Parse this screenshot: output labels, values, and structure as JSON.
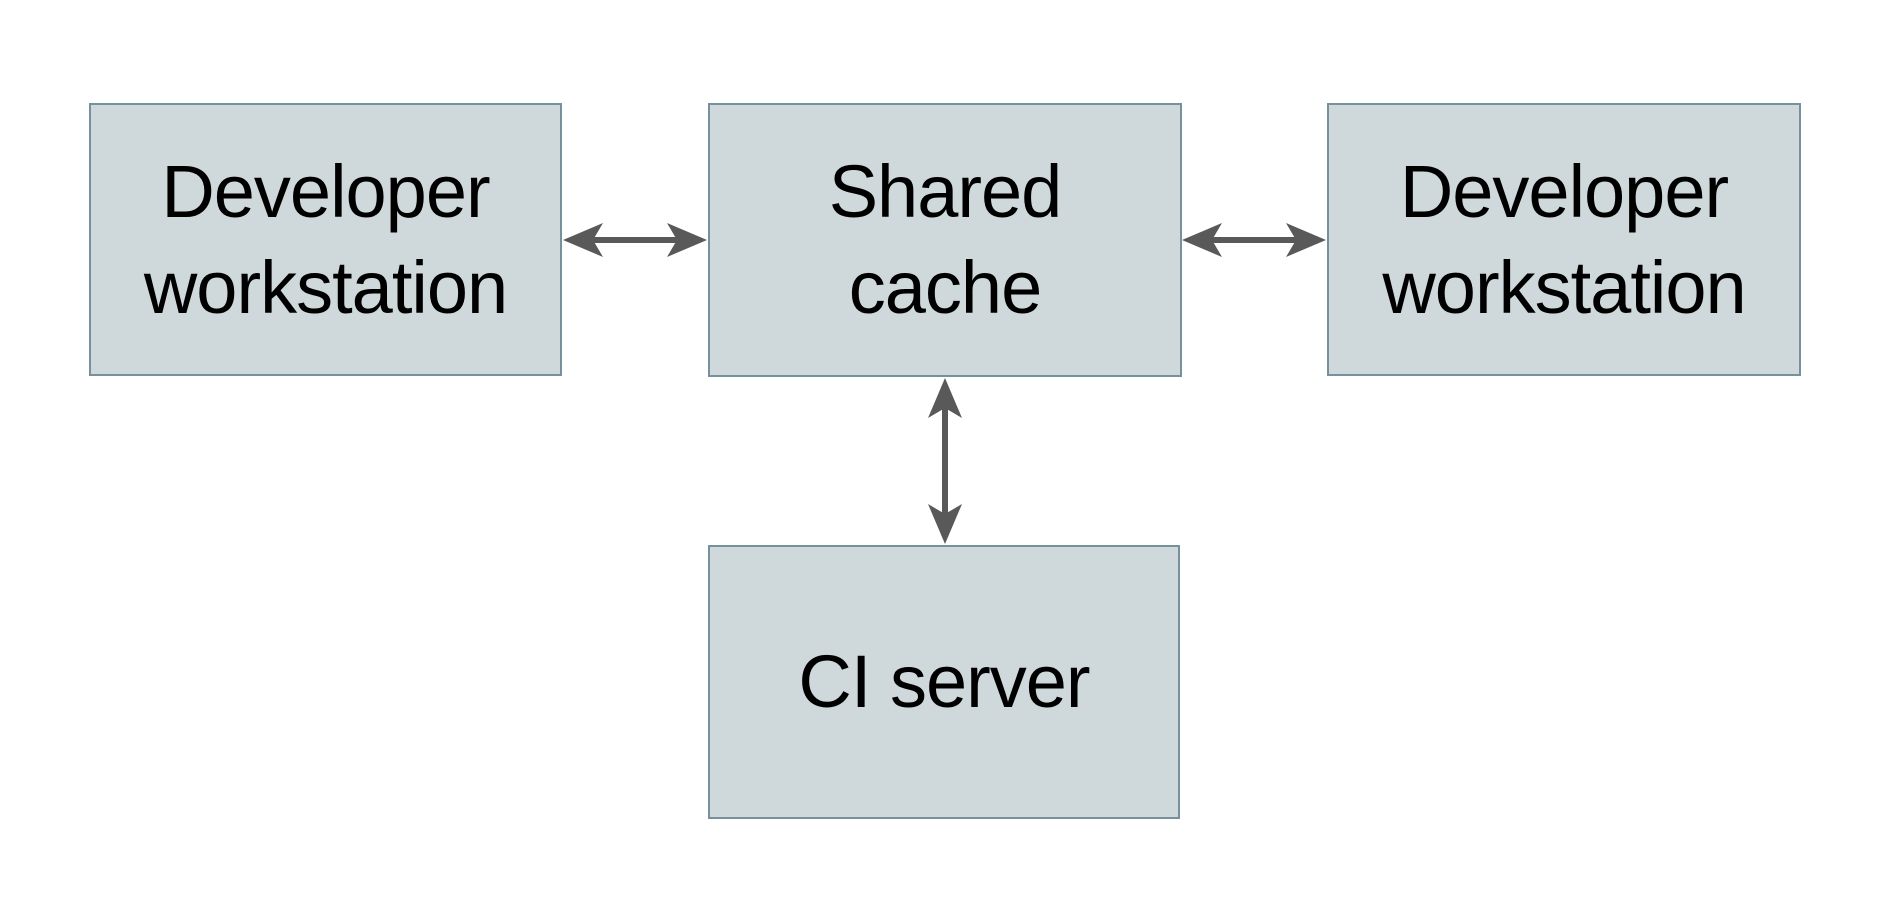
{
  "diagram": {
    "type": "flow-diagram",
    "background_color": "#ffffff",
    "node_fill_color": "#cfd8da",
    "node_border_color": "#76909c",
    "arrow_color": "#595959",
    "text_color": "#000000",
    "nodes": [
      {
        "id": "developer-workstation-left",
        "label": "Developer\nworkstation"
      },
      {
        "id": "shared-cache",
        "label": "Shared\ncache"
      },
      {
        "id": "developer-workstation-right",
        "label": "Developer\nworkstation"
      },
      {
        "id": "ci-server",
        "label": "CI server"
      }
    ],
    "edges": [
      {
        "from": "developer-workstation-left",
        "to": "shared-cache",
        "direction": "bidirectional",
        "orientation": "horizontal"
      },
      {
        "from": "shared-cache",
        "to": "developer-workstation-right",
        "direction": "bidirectional",
        "orientation": "horizontal"
      },
      {
        "from": "shared-cache",
        "to": "ci-server",
        "direction": "bidirectional",
        "orientation": "vertical"
      }
    ]
  }
}
